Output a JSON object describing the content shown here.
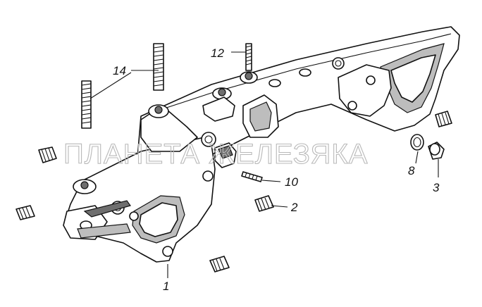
{
  "watermark": "ПЛАНЕТА ЖЕЛЕЗЯКА",
  "callouts": {
    "c1": "1",
    "c2": "2",
    "c3": "3",
    "c8": "8",
    "c10": "10",
    "c12": "12",
    "c14": "14"
  }
}
